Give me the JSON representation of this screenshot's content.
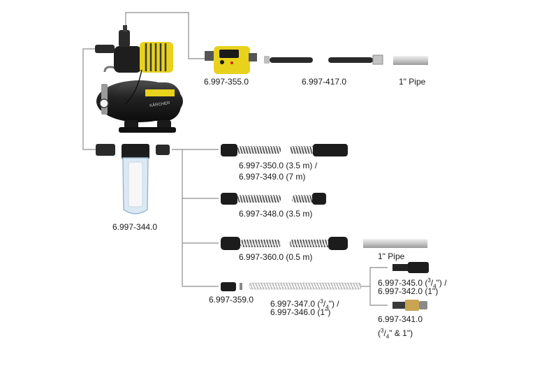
{
  "colors": {
    "connector": "#8c8c8c",
    "brand_yellow": "#e8d21c",
    "body_black": "#1c1c1c",
    "steel": "#c9c9c9",
    "filter_clear": "#dbe9f5"
  },
  "parts": {
    "flow_switch": {
      "code": "6.997-355.0",
      "icon": "flow-switch-icon"
    },
    "pressure_hose": {
      "code": "6.997-417.0",
      "icon": "braided-hose-icon"
    },
    "pipe_top": {
      "label": "1\" Pipe",
      "icon": "pipe-icon"
    },
    "filter": {
      "code": "6.997-344.0",
      "icon": "water-filter-icon"
    },
    "suction_hose_long": {
      "line1": "6.997-350.0 (3.5 m) /",
      "line2": "6.997-349.0 (7 m)",
      "icon": "suction-hose-icon"
    },
    "suction_hose_short": {
      "code": "6.997-348.0 (3.5 m)",
      "icon": "suction-hose-icon"
    },
    "suction_hose_mini": {
      "code": "6.997-360.0 (0.5 m)",
      "icon": "suction-hose-icon"
    },
    "pipe_mid": {
      "label": "1\" Pipe",
      "icon": "pipe-icon"
    },
    "adapter": {
      "code": "6.997-359.0",
      "icon": "adapter-icon"
    },
    "spiral_hose": {
      "line1_pre": "6.997-347.0 (",
      "line1_post": "\") /",
      "line2": "6.997-346.0 (1\")",
      "icon": "spiral-hose-icon"
    },
    "filter_set_a": {
      "line1_pre": "6.997-345.0 (",
      "line1_post": "\") /",
      "line2": "6.997-342.0 (1\")",
      "icon": "suction-filter-icon"
    },
    "filter_set_b": {
      "line1": "6.997-341.0",
      "line2_pre": "(",
      "line2_post": "\" & 1\")",
      "icon": "brass-filter-icon"
    }
  }
}
